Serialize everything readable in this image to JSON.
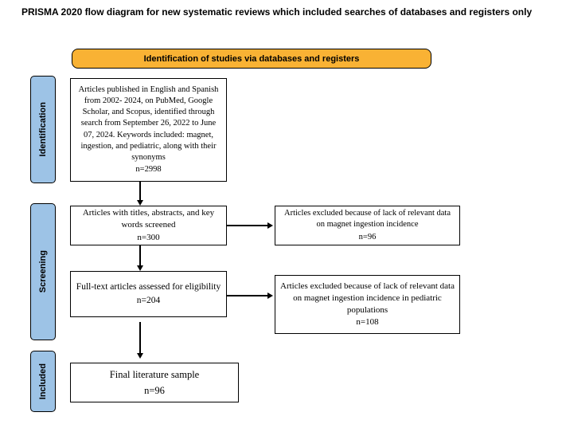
{
  "title": "PRISMA 2020 flow diagram for new systematic reviews which included searches of databases and registers only",
  "banner": {
    "label": "Identification of studies via databases and registers"
  },
  "sidebar": {
    "identification": "Identification",
    "screening": "Screening",
    "included": "Included"
  },
  "boxes": {
    "identified": {
      "text": "Articles published in English and Spanish from 2002- 2024, on PubMed, Google Scholar, and Scopus, identified through search from September 26, 2022 to June 07, 2024. Keywords included: magnet, ingestion, and pediatric, along with their synonyms",
      "n": "n=2998"
    },
    "screened": {
      "text": "Articles with titles, abstracts, and key words screened",
      "n": "n=300"
    },
    "excluded_screening": {
      "text": "Articles excluded because of lack of relevant data on magnet ingestion incidence",
      "n": "n=96"
    },
    "eligibility": {
      "text": "Full-text articles assessed for eligibility",
      "n": "n=204"
    },
    "excluded_eligibility": {
      "text": "Articles excluded because of lack of relevant data on magnet ingestion incidence in pediatric populations",
      "n": "n=108"
    },
    "final": {
      "text": "Final literature sample",
      "n": "n=96"
    }
  },
  "colors": {
    "banner_fill": "#F9B234",
    "stage_fill": "#9DC3E6",
    "line": "#000000"
  }
}
